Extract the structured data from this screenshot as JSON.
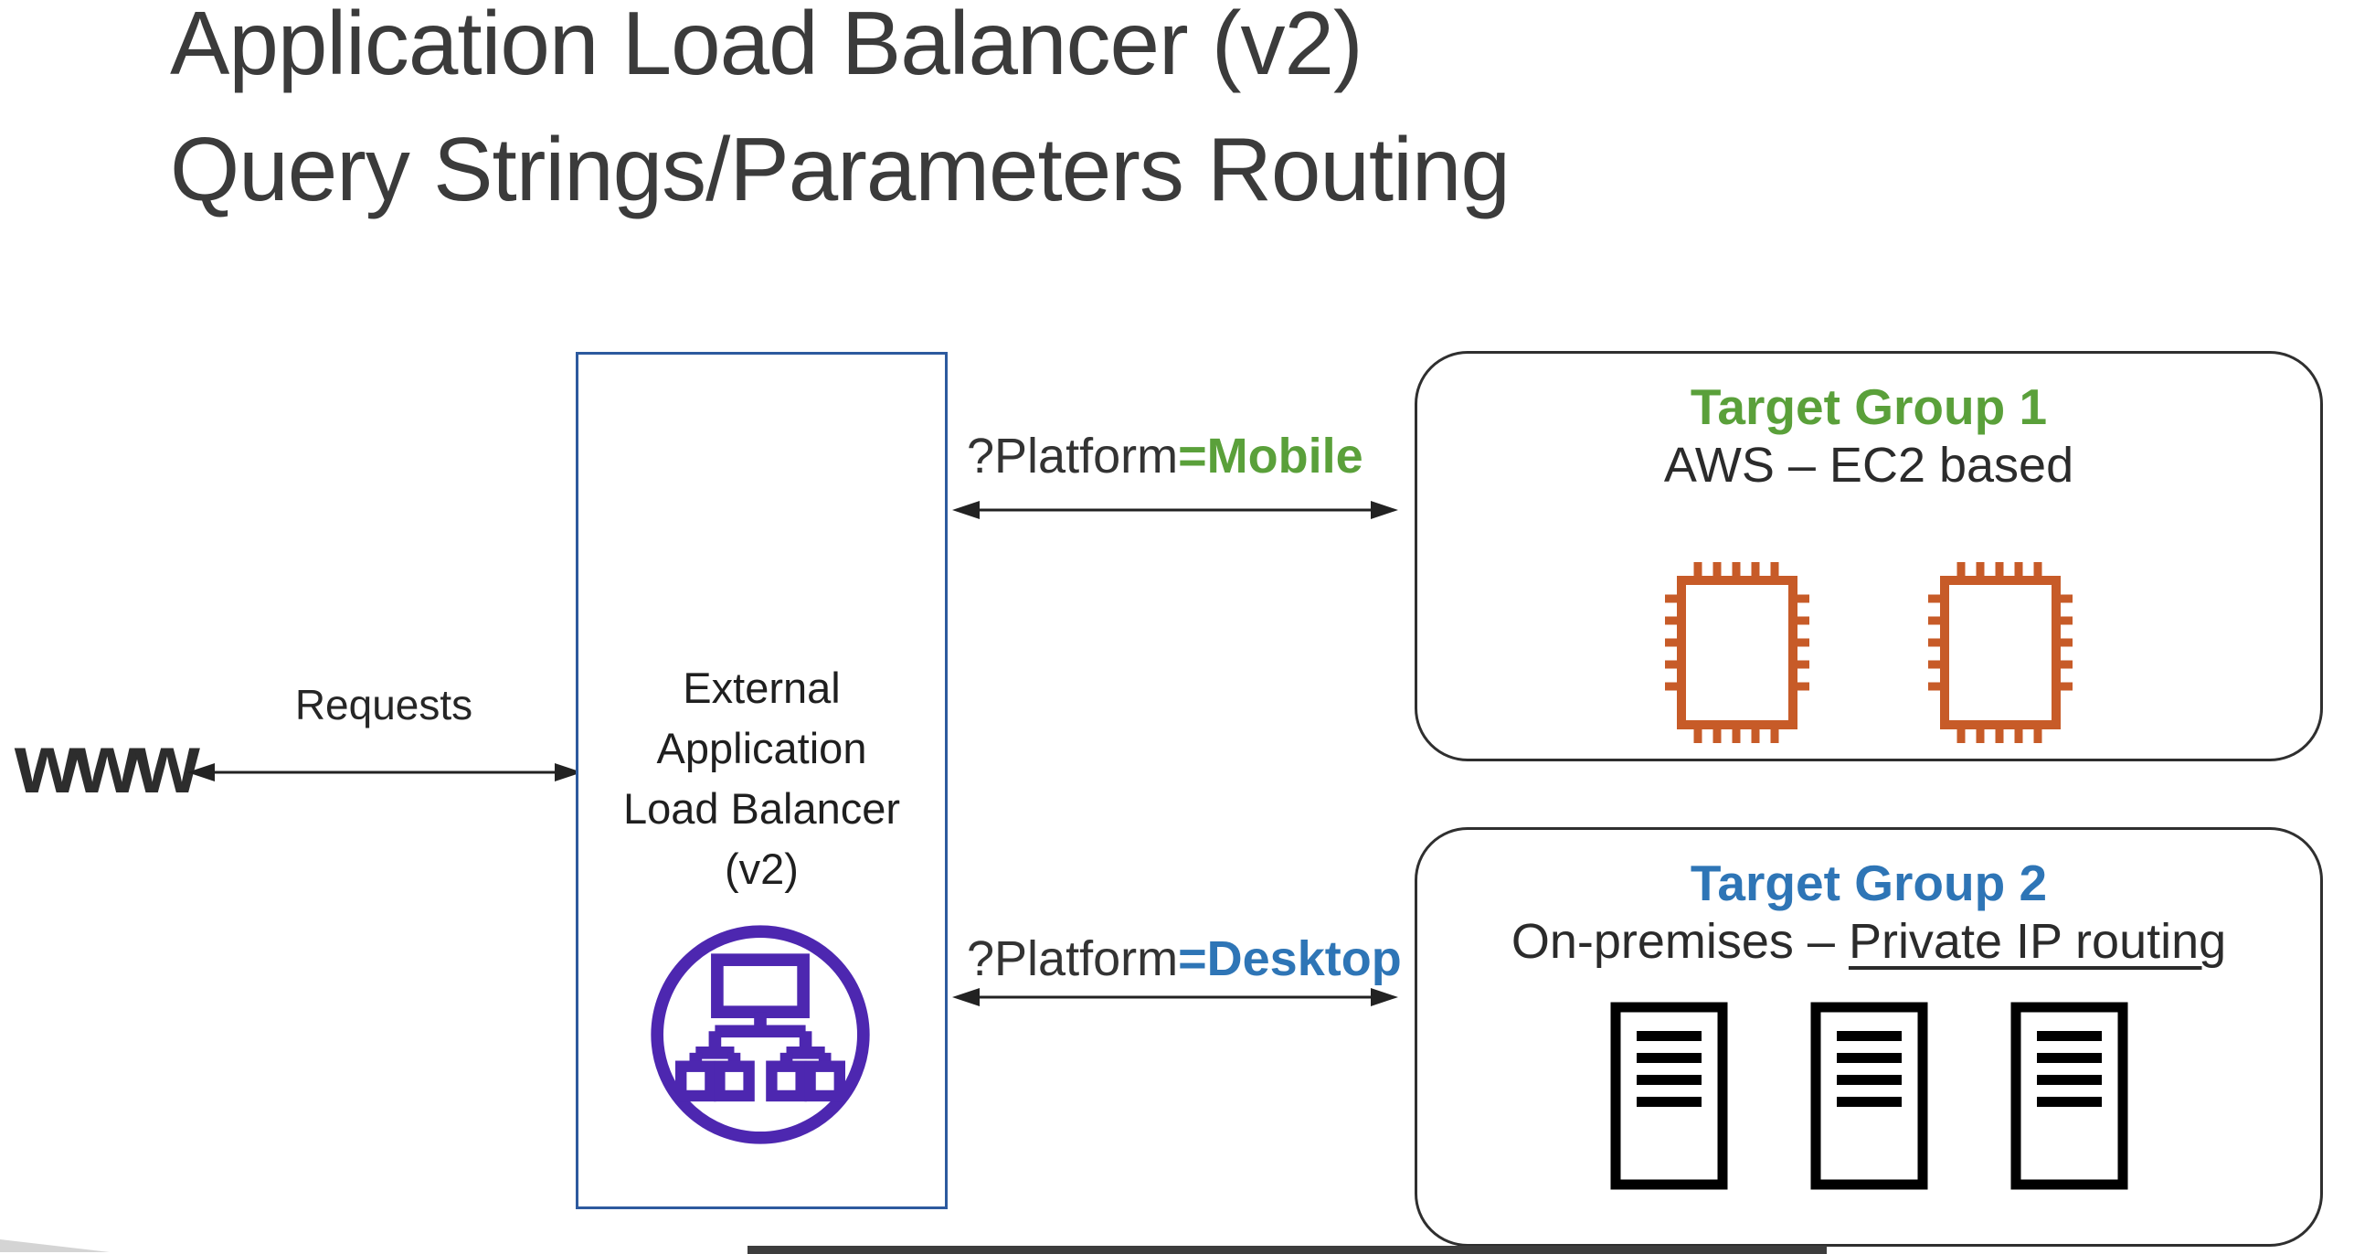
{
  "title": {
    "line1": "Application Load Balancer (v2)",
    "line2": "Query Strings/Parameters Routing"
  },
  "client": {
    "label": "www"
  },
  "request_link": {
    "label": "Requests"
  },
  "load_balancer": {
    "name_lines": [
      "External",
      "Application",
      "Load Balancer",
      "(v2)"
    ],
    "border_color": "#2d5a9e",
    "icon_color": "#4d27b0"
  },
  "routes": [
    {
      "prefix": "?Platform",
      "value": "=Mobile",
      "value_color": "#5aa03a"
    },
    {
      "prefix": "?Platform",
      "value": "=Desktop",
      "value_color": "#2e75b6"
    }
  ],
  "target_groups": [
    {
      "title": "Target Group 1",
      "title_color": "#5aa03a",
      "subtitle": "AWS – EC2 based",
      "icon": "ec2-icon",
      "icon_count": 2,
      "icon_color": "#c75b28"
    },
    {
      "title": "Target Group 2",
      "title_color": "#2e75b6",
      "subtitle_plain": "On-premises – ",
      "subtitle_underlined": "Private IP routing",
      "icon": "server-icon",
      "icon_count": 3,
      "icon_color": "#000000"
    }
  ]
}
